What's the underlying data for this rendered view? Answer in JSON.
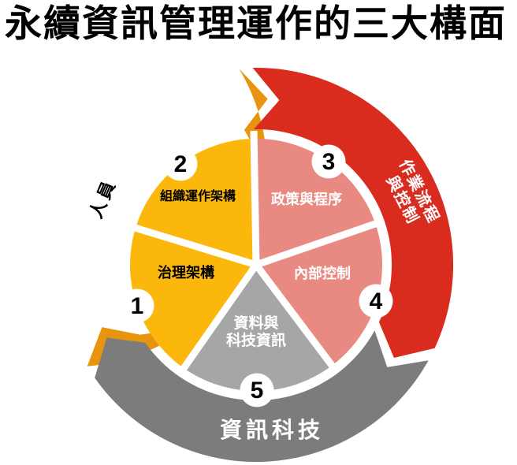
{
  "title": "永續資訊管理運作的三大構面",
  "outer_ring": [
    {
      "label": "人員",
      "color": "#E8940E",
      "text_color": "#000000"
    },
    {
      "label": "作業流程與控制",
      "label_lines": [
        "作業流程",
        "與控制"
      ],
      "color": "#D92C1F",
      "text_color": "#FFFFFF"
    },
    {
      "label": "資訊科技",
      "color": "#7C7C7C",
      "text_color": "#FFFFFF"
    }
  ],
  "inner_segments": [
    {
      "number": "1",
      "label": "治理架構",
      "color": "#FBB70B",
      "text_color": "#000000"
    },
    {
      "number": "2",
      "label": "組織運作架構",
      "color": "#FBB70B",
      "text_color": "#000000"
    },
    {
      "number": "3",
      "label": "政策與程序",
      "color": "#E88A81",
      "text_color": "#FFFFFF"
    },
    {
      "number": "4",
      "label": "內部控制",
      "color": "#E88A81",
      "text_color": "#FFFFFF"
    },
    {
      "number": "5",
      "label": "資料與科技資訊",
      "label_lines": [
        "資料與",
        "科技資訊"
      ],
      "color": "#A6A6A6",
      "text_color": "#FFFFFF"
    }
  ],
  "badge": {
    "fill": "#FFFFFF",
    "number_color": "#000000"
  }
}
